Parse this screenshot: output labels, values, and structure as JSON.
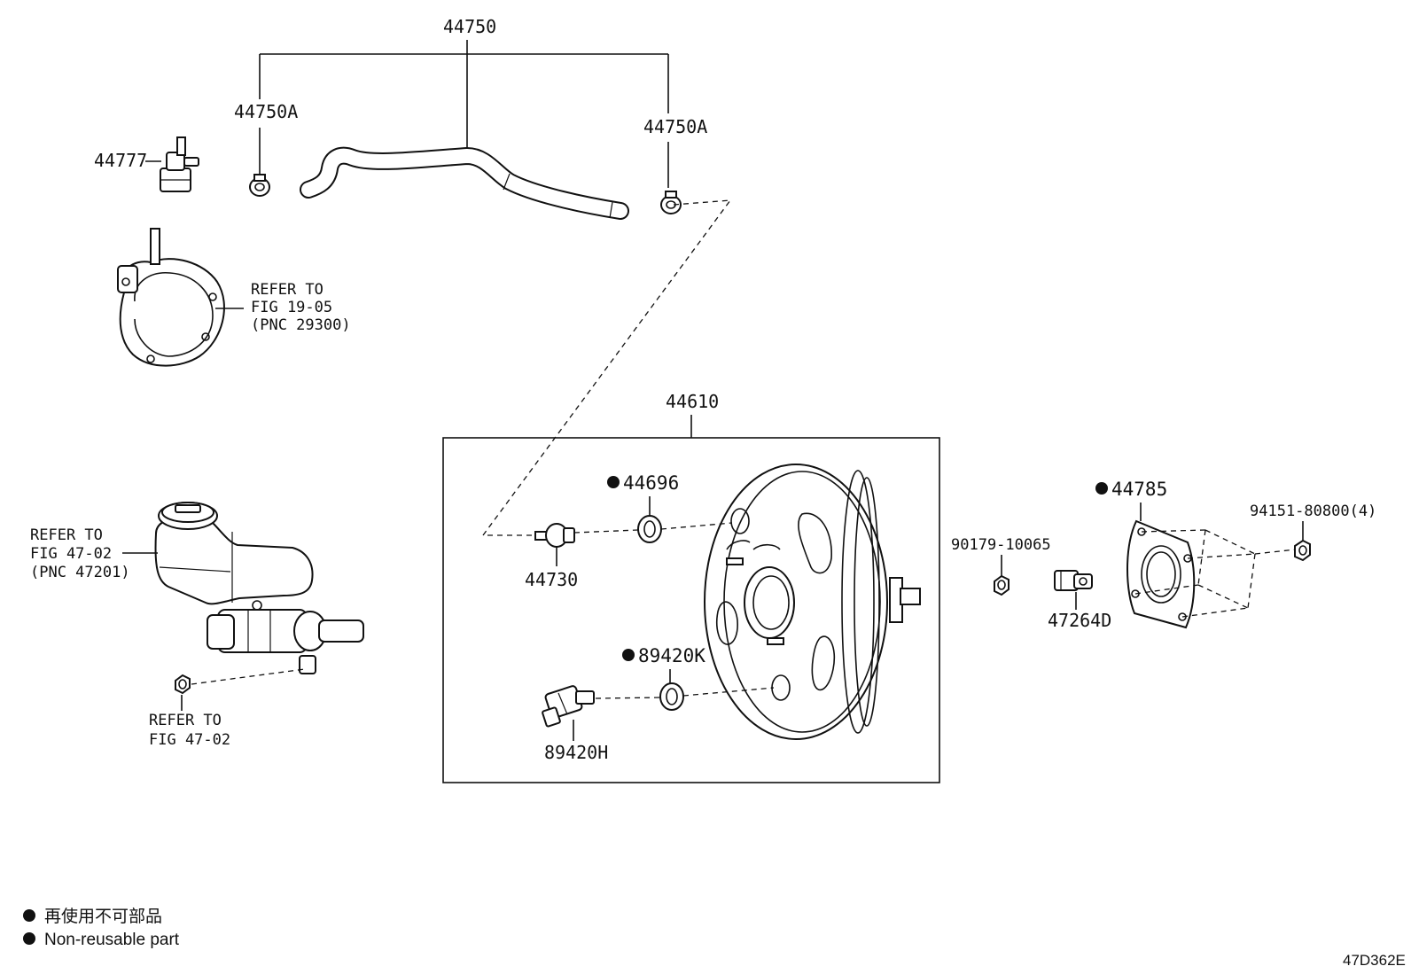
{
  "labels": {
    "hose_assembly": "44750",
    "clamp_left": "44750A",
    "clamp_right": "44750A",
    "check_valve": "44777",
    "booster_assembly": "44610",
    "gasket_front": "44696",
    "check_valve_union": "44730",
    "grommet_sensor": "89420K",
    "vacuum_sensor": "89420H",
    "nut_booster": "90179-10065",
    "clevis": "47264D",
    "gasket_rear": "44785",
    "nut_rear": "94151-80800(4)"
  },
  "references": {
    "vacuum_pump": [
      "REFER TO",
      "FIG 19-05",
      "(PNC 29300)"
    ],
    "master_cylinder": [
      "REFER TO",
      "FIG 47-02",
      "(PNC 47201)"
    ],
    "master_nut": [
      "REFER TO",
      "FIG 47-02"
    ]
  },
  "legend": {
    "jp": "再使用不可部品",
    "en": "Non-reusable part"
  },
  "figure_code": "47D362E"
}
